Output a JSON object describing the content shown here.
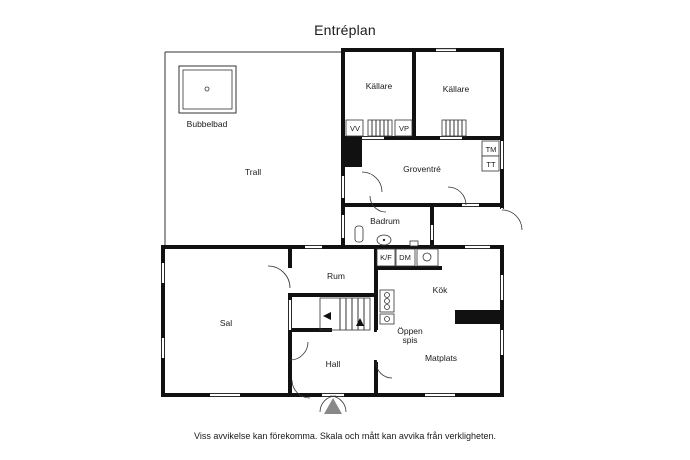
{
  "title": "Entréplan",
  "disclaimer": "Viss avvikelse kan förekomma. Skala och mått kan avvika från verkligheten.",
  "rooms": {
    "kallare_1": "Källare",
    "kallare_2": "Källare",
    "bubbelbad": "Bubbelbad",
    "trall": "Trall",
    "groventre": "Groventré",
    "badrum": "Badrum",
    "rum": "Rum",
    "kok": "Kök",
    "sal": "Sal",
    "oppen_spis_line1": "Öppen",
    "oppen_spis_line2": "spis",
    "hall": "Hall",
    "matplats": "Matplats"
  },
  "fixtures": {
    "vv": "VV",
    "vp": "VP",
    "tm": "TM",
    "tt": "TT",
    "kf": "K/F",
    "dm": "DM"
  }
}
